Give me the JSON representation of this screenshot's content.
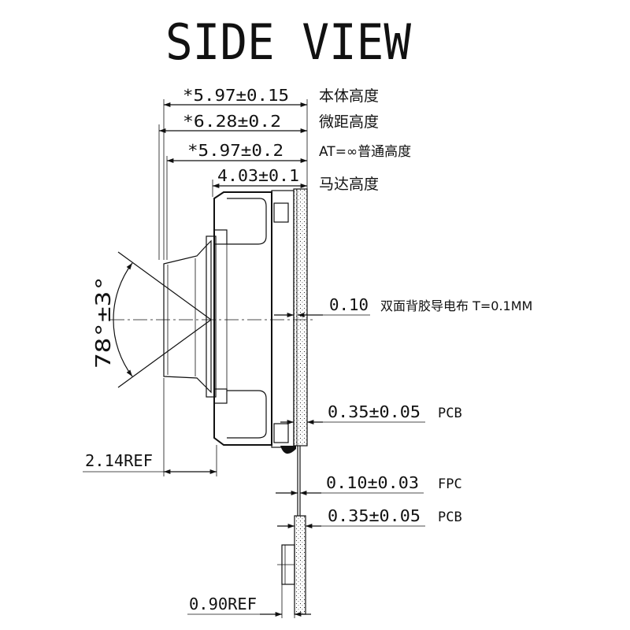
{
  "title": "SIDE VIEW",
  "dims": {
    "d1": "*5.97±0.15",
    "d2": "*6.28±0.2",
    "d3": "*5.97±0.2",
    "d4": "4.03±0.1",
    "d5": "0.10",
    "d6": "0.35±0.05",
    "d7": "0.10±0.03",
    "d8": "0.35±0.05",
    "d9": "2.14REF",
    "d10": "0.90REF",
    "angle": "78°±3°"
  },
  "notes": {
    "n1": "本体高度",
    "n2": "微距高度",
    "n3": "AT=∞普通高度",
    "n4": "马达高度",
    "n5": "双面背胶导电布 T=0.1MM",
    "n6": "PCB",
    "n7": "FPC",
    "n8": "PCB"
  }
}
